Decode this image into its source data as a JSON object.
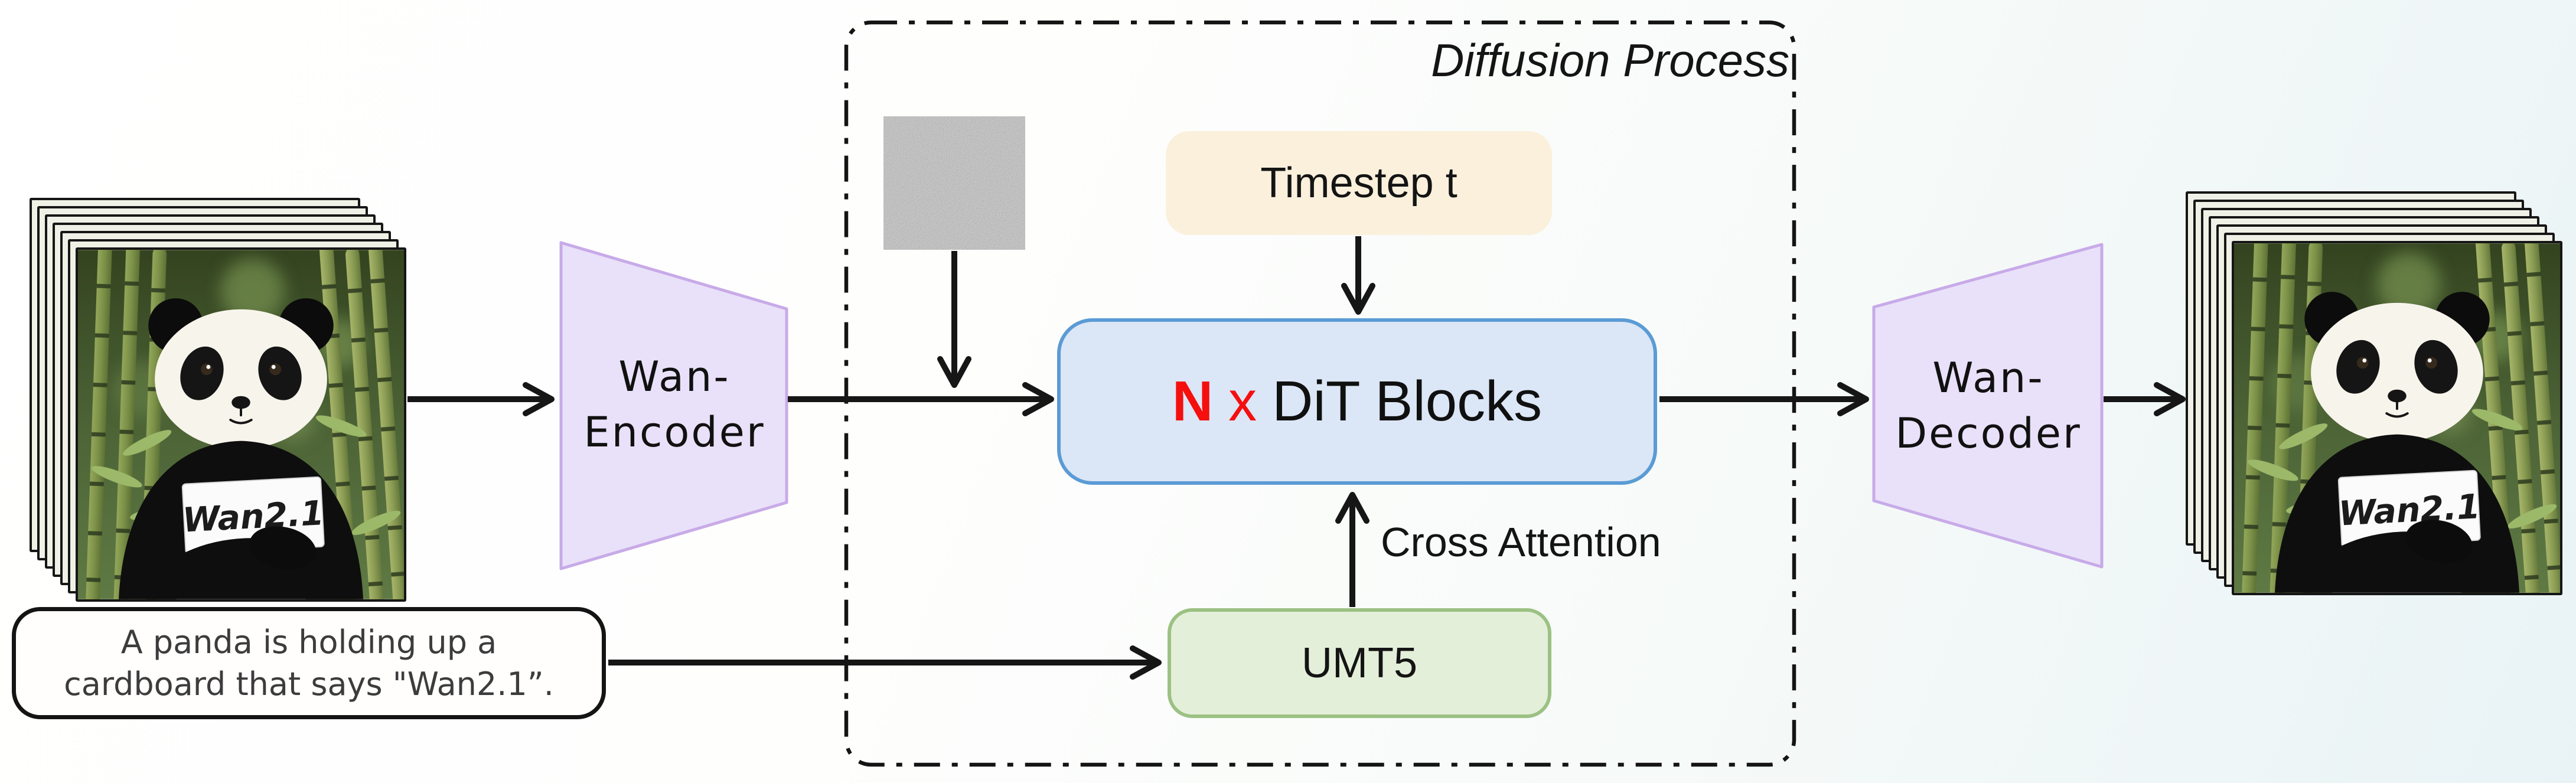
{
  "title": {
    "label": "Diffusion Process"
  },
  "colors": {
    "dit_fill": "#dbe6f6",
    "dit_border": "#5b9bd5",
    "dit_n_red": "#f50f0f",
    "umt5_fill": "#e4efda",
    "umt5_border": "#9cc183",
    "timestep_fill": "#faf0dc",
    "vae_fill": "#e9e1f9",
    "vae_border": "#c8aae8",
    "arrow": "#161616",
    "prompt_text": "#3c3c3c"
  },
  "prompt_box": {
    "line1": "A panda is holding up a",
    "line2": "cardboard that says \"Wan2.1”."
  },
  "encoder": {
    "line1": "Wan-",
    "line2": "Encoder"
  },
  "decoder": {
    "line1": "Wan-",
    "line2": "Decoder"
  },
  "diffusion": {
    "timestep_label": "Timestep t",
    "dit_n": "N",
    "dit_x": "x",
    "dit_label": "DiT Blocks",
    "cross_attention_label": "Cross Attention",
    "umt5_label": "UMT5"
  },
  "input_stack": {
    "sign_text": "Wan2.1",
    "frame_count": 7
  },
  "output_stack": {
    "sign_text": "Wan2.1",
    "frame_count": 7
  }
}
